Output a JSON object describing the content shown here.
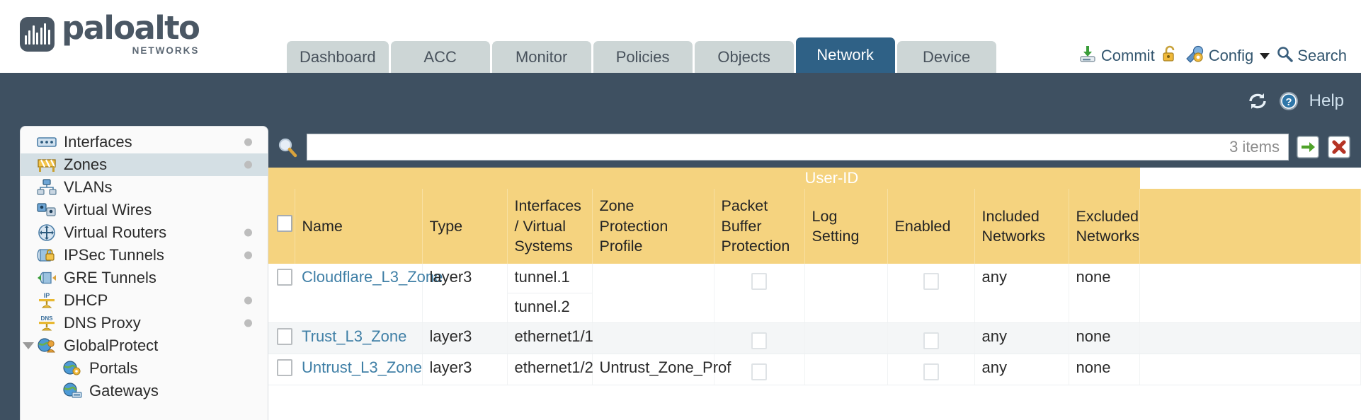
{
  "brand": {
    "name": "paloalto",
    "tagline": "NETWORKS",
    "registered": "®"
  },
  "nav": {
    "tabs": [
      {
        "label": "Dashboard",
        "active": false
      },
      {
        "label": "ACC",
        "active": false
      },
      {
        "label": "Monitor",
        "active": false
      },
      {
        "label": "Policies",
        "active": false
      },
      {
        "label": "Objects",
        "active": false
      },
      {
        "label": "Network",
        "active": true
      },
      {
        "label": "Device",
        "active": false
      }
    ]
  },
  "toolbar": {
    "commit_label": "Commit",
    "commit_icon": "commit-download-icon",
    "lock_icon": "unlock-icon",
    "config_label": "Config",
    "config_icon": "config-wrench-icon",
    "config_caret": "chevron-down-icon",
    "search_label": "Search",
    "search_icon": "search-magnifier-icon"
  },
  "subheader": {
    "refresh_icon": "refresh-icon",
    "help_label": "Help",
    "help_icon": "help-question-icon"
  },
  "sidebar": {
    "items": [
      {
        "label": "Interfaces",
        "icon": "interfaces-icon",
        "dot": true,
        "selected": false,
        "child": false,
        "expander": false
      },
      {
        "label": "Zones",
        "icon": "zones-icon",
        "dot": true,
        "selected": true,
        "child": false,
        "expander": false
      },
      {
        "label": "VLANs",
        "icon": "vlans-icon",
        "dot": false,
        "selected": false,
        "child": false,
        "expander": false
      },
      {
        "label": "Virtual Wires",
        "icon": "virtual-wires-icon",
        "dot": false,
        "selected": false,
        "child": false,
        "expander": false
      },
      {
        "label": "Virtual Routers",
        "icon": "virtual-routers-icon",
        "dot": true,
        "selected": false,
        "child": false,
        "expander": false
      },
      {
        "label": "IPSec Tunnels",
        "icon": "ipsec-tunnels-icon",
        "dot": true,
        "selected": false,
        "child": false,
        "expander": false
      },
      {
        "label": "GRE Tunnels",
        "icon": "gre-tunnels-icon",
        "dot": false,
        "selected": false,
        "child": false,
        "expander": false
      },
      {
        "label": "DHCP",
        "icon": "dhcp-icon",
        "dot": true,
        "selected": false,
        "child": false,
        "expander": false
      },
      {
        "label": "DNS Proxy",
        "icon": "dns-proxy-icon",
        "dot": true,
        "selected": false,
        "child": false,
        "expander": false
      },
      {
        "label": "GlobalProtect",
        "icon": "globalprotect-icon",
        "dot": false,
        "selected": false,
        "child": false,
        "expander": true
      },
      {
        "label": "Portals",
        "icon": "portals-icon",
        "dot": false,
        "selected": false,
        "child": true,
        "expander": false
      },
      {
        "label": "Gateways",
        "icon": "gateways-icon",
        "dot": false,
        "selected": false,
        "child": true,
        "expander": false
      }
    ]
  },
  "filter": {
    "value": "",
    "placeholder": "",
    "search_icon": "search-magnifier-icon",
    "items_count": "3 items",
    "apply_icon": "apply-arrow-icon",
    "clear_icon": "clear-x-icon"
  },
  "table": {
    "group_headers": [
      {
        "label": "User-ID",
        "span": 3
      }
    ],
    "columns": [
      "Name",
      "Type",
      "Interfaces / Virtual Systems",
      "Zone Protection Profile",
      "Packet Buffer Protection",
      "Log Setting",
      "Enabled",
      "Included Networks",
      "Excluded Networks"
    ],
    "select_all_checked": false,
    "rows": [
      {
        "selected": false,
        "name": "Cloudflare_L3_Zone",
        "type": "layer3",
        "interfaces": [
          "tunnel.1",
          "tunnel.2"
        ],
        "zone_protection_profile": "",
        "packet_buffer_protection": false,
        "log_setting": "",
        "userid_enabled": false,
        "included_networks": "any",
        "excluded_networks": "none",
        "alt": false
      },
      {
        "selected": false,
        "name": "Trust_L3_Zone",
        "type": "layer3",
        "interfaces": [
          "ethernet1/1"
        ],
        "zone_protection_profile": "",
        "packet_buffer_protection": false,
        "log_setting": "",
        "userid_enabled": false,
        "included_networks": "any",
        "excluded_networks": "none",
        "alt": true
      },
      {
        "selected": false,
        "name": "Untrust_L3_Zone",
        "type": "layer3",
        "interfaces": [
          "ethernet1/2"
        ],
        "zone_protection_profile": "Untrust_Zone_Prof",
        "packet_buffer_protection": false,
        "log_setting": "",
        "userid_enabled": false,
        "included_networks": "any",
        "excluded_networks": "none",
        "alt": false
      }
    ]
  },
  "colors": {
    "header_blue": "#3e5061",
    "active_tab": "#2f6186",
    "tab_grey": "#cdd6d6",
    "table_header_amber": "#f5d37f",
    "userid_amber": "#ddaa33",
    "link_blue": "#3f7fa6"
  }
}
